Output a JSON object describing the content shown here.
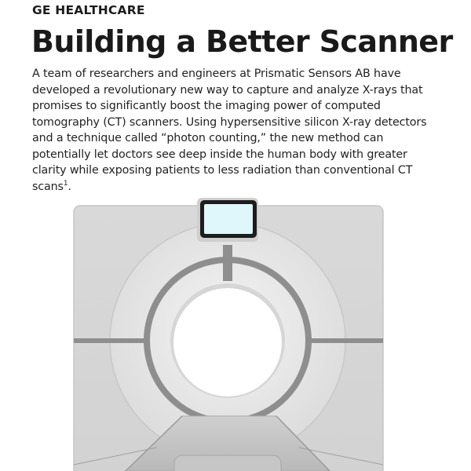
{
  "article": {
    "eyebrow": "GE HEALTHCARE",
    "title": "Building a Better Scanner",
    "body": "A team of researchers and engineers at Prismatic Sensors AB have developed a revolutionary new way to capture and analyze X-rays that promises to significantly boost the imaging power of computed tomography (CT) scanners. Using hypersensitive silicon X-ray detectors and a technique called “photon counting,” the new method can potentially let doctors see deep inside the human body with greater clarity while exposing patients to less radiation than conventional CT scans",
    "footnote_mark": "1",
    "body_end": "."
  },
  "illustration": {
    "subject": "ct-scanner",
    "colors": {
      "housing": "#dcdcdc",
      "housing_edge": "#c7c7c7",
      "ring_face": "#e6e6e6",
      "inner_ring": "#8e8e8e",
      "bore": "#ffffff",
      "screen": "#dff6fb",
      "screen_frame": "#1d1d1d",
      "table": "#bdbdbd"
    }
  }
}
